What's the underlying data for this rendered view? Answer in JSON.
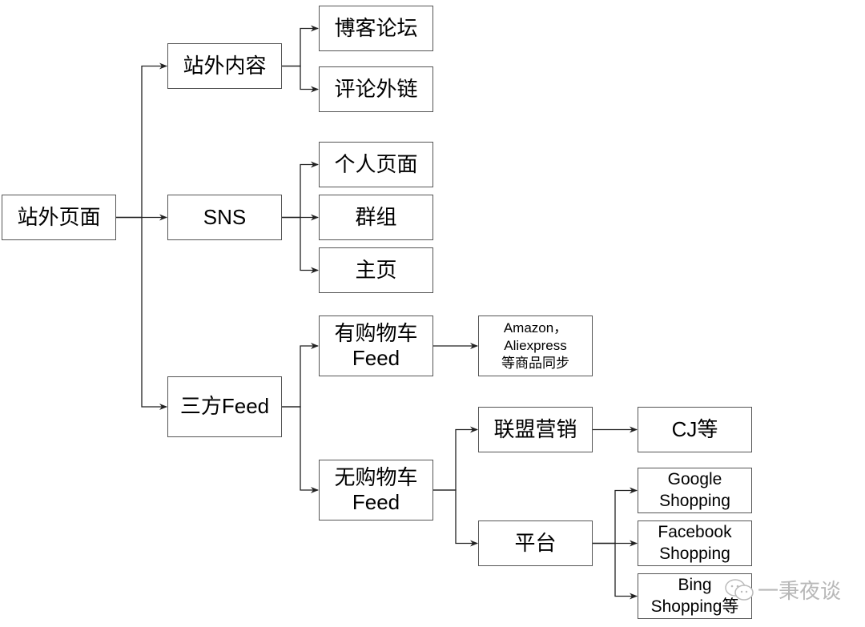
{
  "nodes": {
    "root": "站外页面",
    "offsite_content": "站外内容",
    "blog_forum": "博客论坛",
    "comment_links": "评论外链",
    "sns": "SNS",
    "personal_page": "个人页面",
    "group": "群组",
    "homepage": "主页",
    "third_party_feed": "三方Feed",
    "cart_feed": "有购物车\nFeed",
    "cart_feed_sync": "Amazon，\nAliexpress\n等商品同步",
    "no_cart_feed": "无购物车\nFeed",
    "affiliate": "联盟营销",
    "cj": "CJ等",
    "platform": "平台",
    "google_shopping": "Google\nShopping",
    "facebook_shopping": "Facebook\nShopping",
    "bing_shopping": "Bing\nShopping等"
  },
  "edges": [
    [
      "root",
      "offsite_content"
    ],
    [
      "root",
      "sns"
    ],
    [
      "root",
      "third_party_feed"
    ],
    [
      "offsite_content",
      "blog_forum"
    ],
    [
      "offsite_content",
      "comment_links"
    ],
    [
      "sns",
      "personal_page"
    ],
    [
      "sns",
      "group"
    ],
    [
      "sns",
      "homepage"
    ],
    [
      "third_party_feed",
      "cart_feed"
    ],
    [
      "third_party_feed",
      "no_cart_feed"
    ],
    [
      "cart_feed",
      "cart_feed_sync"
    ],
    [
      "no_cart_feed",
      "affiliate"
    ],
    [
      "no_cart_feed",
      "platform"
    ],
    [
      "affiliate",
      "cj"
    ],
    [
      "platform",
      "google_shopping"
    ],
    [
      "platform",
      "facebook_shopping"
    ],
    [
      "platform",
      "bing_shopping"
    ]
  ],
  "watermark": {
    "icon": "wechat-icon",
    "text": "一秉夜谈"
  }
}
